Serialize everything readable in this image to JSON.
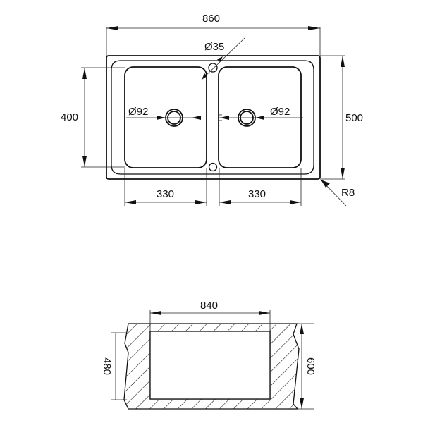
{
  "diagram": {
    "type": "technical-drawing",
    "subject": "double-bowl kitchen sink",
    "units": "mm",
    "top_view": {
      "overall_width_label": "860",
      "overall_depth_label": "500",
      "bowl_depth_label": "400",
      "left_bowl_width_label": "330",
      "right_bowl_width_label": "330",
      "tap_hole_label": "Ø35",
      "left_drain_label": "Ø92",
      "right_drain_label": "Ø92",
      "corner_radius_label": "R8"
    },
    "cutout_view": {
      "cutout_width_label": "840",
      "cutout_depth_label": "480",
      "cabinet_depth_label": "600"
    }
  }
}
